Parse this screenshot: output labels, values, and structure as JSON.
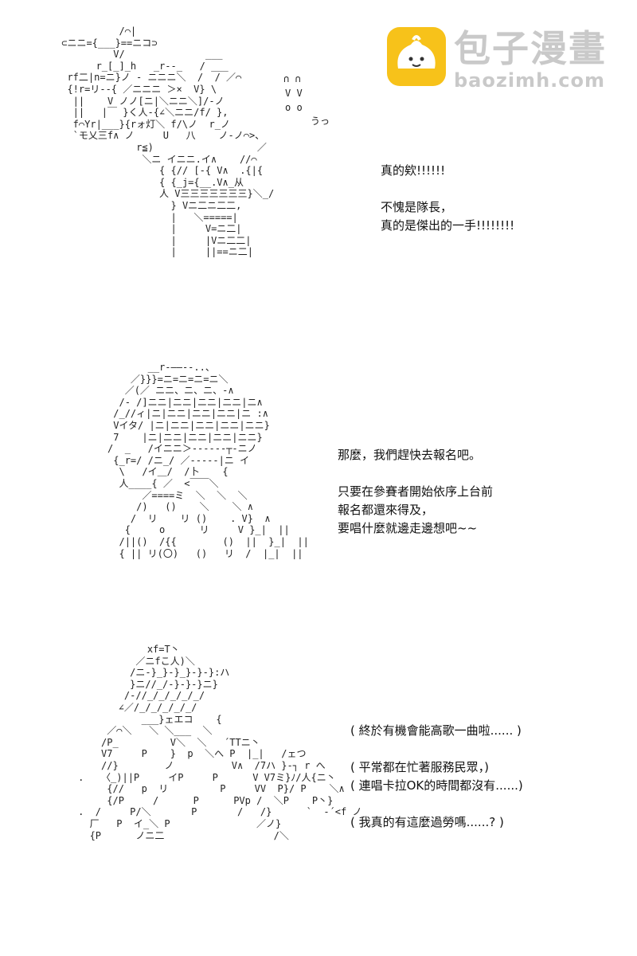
{
  "watermark": {
    "title": "包子漫畫",
    "url": "baozimh.com",
    "badge_color": "#f7c21a",
    "text_color": "#c9c9c9",
    "icon": "bun-mascot-icon"
  },
  "panels": [
    {
      "art": "           /⌒|\n ⊂ニニ={___}==ニコ⊃\n          V/              ___\n       r_[_]_h   _r‐‐_   / ___\n  rf二|n=ニ}ノ ‐ ニニニ＼  /  / ／⌒\n  {!r=リ‐‐{ ／ニニニ ＞×  V} \\\n   ||    V ノノ[ニ|＼ニニ＼]/‐ノ\n   ||   |￣ }く人‐{∠＼ニニ/f/ },\n   f⌒Yr|___}{rォ灯＼ f/\\ノ  r_ノ\n   `モ乂三f∧ ノ     U   八    ノ‐ノ⌒>、\n              r≦)                  ／\n               ＼ニ イニニ.イ∧    //⌒\n                  { {// [‐{ V∧  .{|{\n                  { {_j={__.V∧_从\n                  人 V三三三三三三三}＼_/\n                    } Vニ二ニ二二,\n                    |   ＼=====|\n                    |     V=ニ二|\n                    |     |Vニ二二|\n                    |     ||==ニ二|",
      "reactions": [
        "∩ ∩",
        "V V",
        "o o",
        "うっ"
      ],
      "dialogue": [
        "真的欸!!!!!!",
        "",
        "不愧是隊長，",
        "真的是傑出的一手!!!!!!!!"
      ]
    },
    {
      "art": "                __r‐――‐-..、\n             ／}}}=ニ=ニ=ニ=ニ＼\n            ／(／ ニニ、ニ、ニ、‐∧\n           /‐ /]ニニ|ニニ|ニニ|ニニ|ニ∧\n          /_//ィ|ニ|ニニ|ニニ|ニニ|ニ :∧\n          Vイタ/ |ニ|ニニ|ニニ|ニニ|ニニ}\n          7    |ニ|ニニ|ニニ|ニニ|ニニ}\n         /  _   /イニニ＞‐‐‐‐‐‐┬‐ニノ\n          {_r=/ /ニ_/ ／‐‐‐‐‐|ニ イ\n           \\   /イ＿/  /卜    {\n           人____{ ／  <￣￣＼\n               ／====ミ  ＼  ＼  ＼\n              /)   ()    ＼    ＼ ∧\n             /  リ    リ ()    . V}  ∧\n            {     o      リ     V }_|  ||\n           /||()  /{{        ()  ||  }_|  ||\n           { || リ(〇)   ()   リ  /  |_|  ||",
      "dialogue": [
        "那麼，我們趕快去報名吧。",
        "",
        "只要在參賽者開始依序上台前",
        "報名都還來得及，",
        "要唱什麼就邊走邊想吧~~"
      ]
    },
    {
      "art": "                 xf=T丶\n               ／ニfこ人)＼\n              /ニ-}_}-}_}-}-}:ハ\n              }ニ//_/-}-}-}ニ}\n             /‐//_/_/_/_/_/\n            ∠／/_/_/_/_/_/\n                ___}ェエコ    {\n          ／⌒＼   ＼ ＼___  ＼\n         /P_         V＼  ＼   ´TTニ丶\n         V7     P    }  p  ＼へ P  |_|   /ェつ\n         //}        ノ          V∧  /7ハ }‐┐ r へ\n     .   〈_)||P     イP     P      V V7ミ}ﾉ/人{ニ丶\n          {//   p  リ         P     VV  P}/ P    ＼∧\n          {/P     /      P      PVp /  ＼P    P丶}\n     .  /     P/＼       P       /   /}      `  ‐´<f ノ\n       厂   P  イ_＼ P               ／ノ}\n       {P      ノニ二                   /＼",
      "dialogue": [
        "( 終於有機會能高歌一曲啦...... )",
        "",
        "( 平常都在忙著服務民眾，)",
        "( 連唱卡拉OK的時間都沒有......)",
        "",
        "( 我真的有這麼過勞嗎......? )"
      ]
    }
  ]
}
